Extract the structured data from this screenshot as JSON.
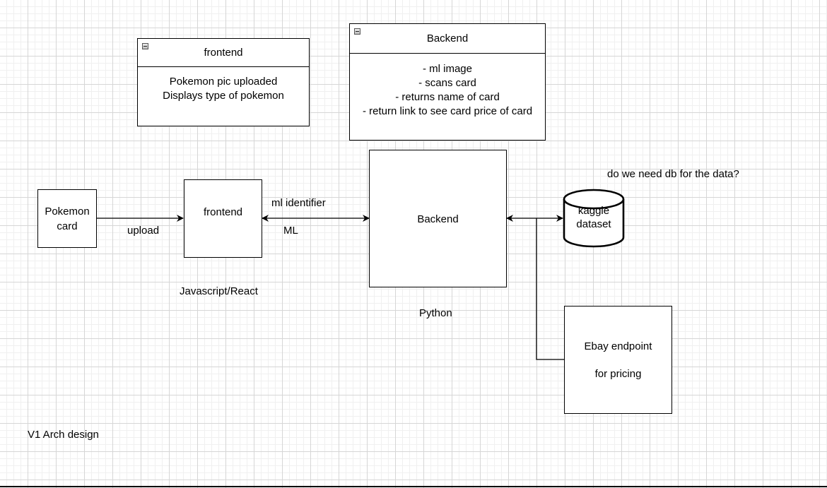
{
  "notes": {
    "frontend_panel": {
      "title": "frontend",
      "lines": [
        "Pokemon pic uploaded",
        "Displays type of pokemon"
      ]
    },
    "backend_panel": {
      "title": "Backend",
      "lines": [
        "- ml image",
        "- scans card",
        "- returns name of card",
        "- return link to see card price of card"
      ]
    }
  },
  "nodes": {
    "pokemon_card": [
      "Pokemon",
      "card"
    ],
    "frontend": "frontend",
    "backend": "Backend",
    "kaggle": [
      "kaggle",
      "dataset"
    ],
    "ebay": [
      "Ebay endpoint",
      "for pricing"
    ]
  },
  "edge_labels": {
    "upload": "upload",
    "ml_identifier": "ml identifier",
    "ml": "ML"
  },
  "captions": {
    "frontend_tech": "Javascript/React",
    "backend_tech": "Python",
    "db_question": "do we need db for the data?",
    "design_title": "V1 Arch design"
  },
  "colors": {
    "grid": "#d6d6d6",
    "stroke": "#000000"
  }
}
